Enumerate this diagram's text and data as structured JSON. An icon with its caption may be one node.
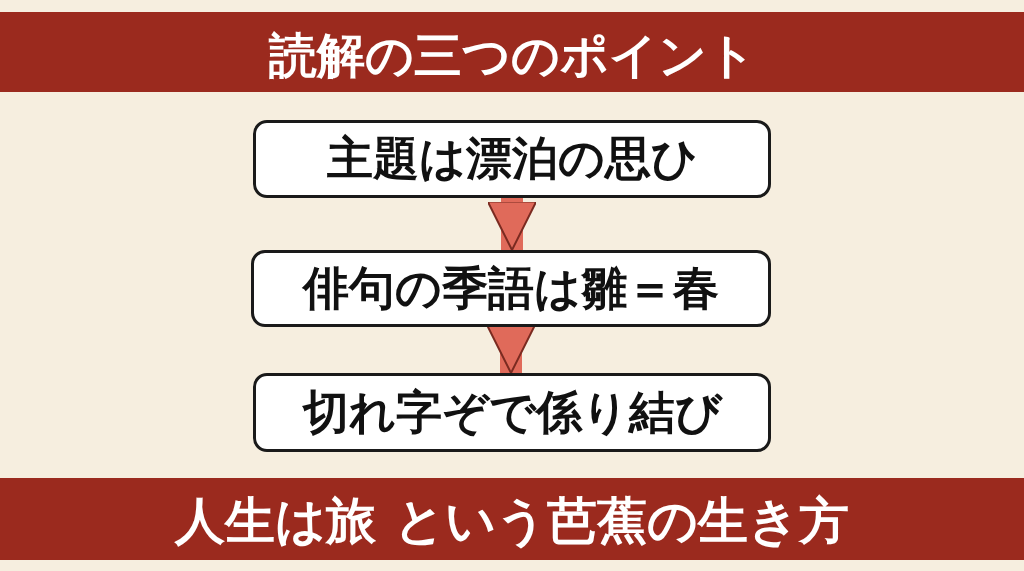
{
  "diagram": {
    "title": "読解の三つのポイント",
    "caption": "人生は旅 という芭蕉の生き方",
    "nodes": [
      {
        "text": [
          "主題は漂泊の思ひ"
        ]
      },
      {
        "text": [
          "俳句の季語は雛＝春"
        ]
      },
      {
        "text": [
          "切れ字ぞで係り結び"
        ]
      }
    ],
    "edges": [
      {
        "from": 0,
        "to": 1,
        "arrow": "to"
      },
      {
        "from": 1,
        "to": 2,
        "arrow": "to"
      }
    ]
  }
}
